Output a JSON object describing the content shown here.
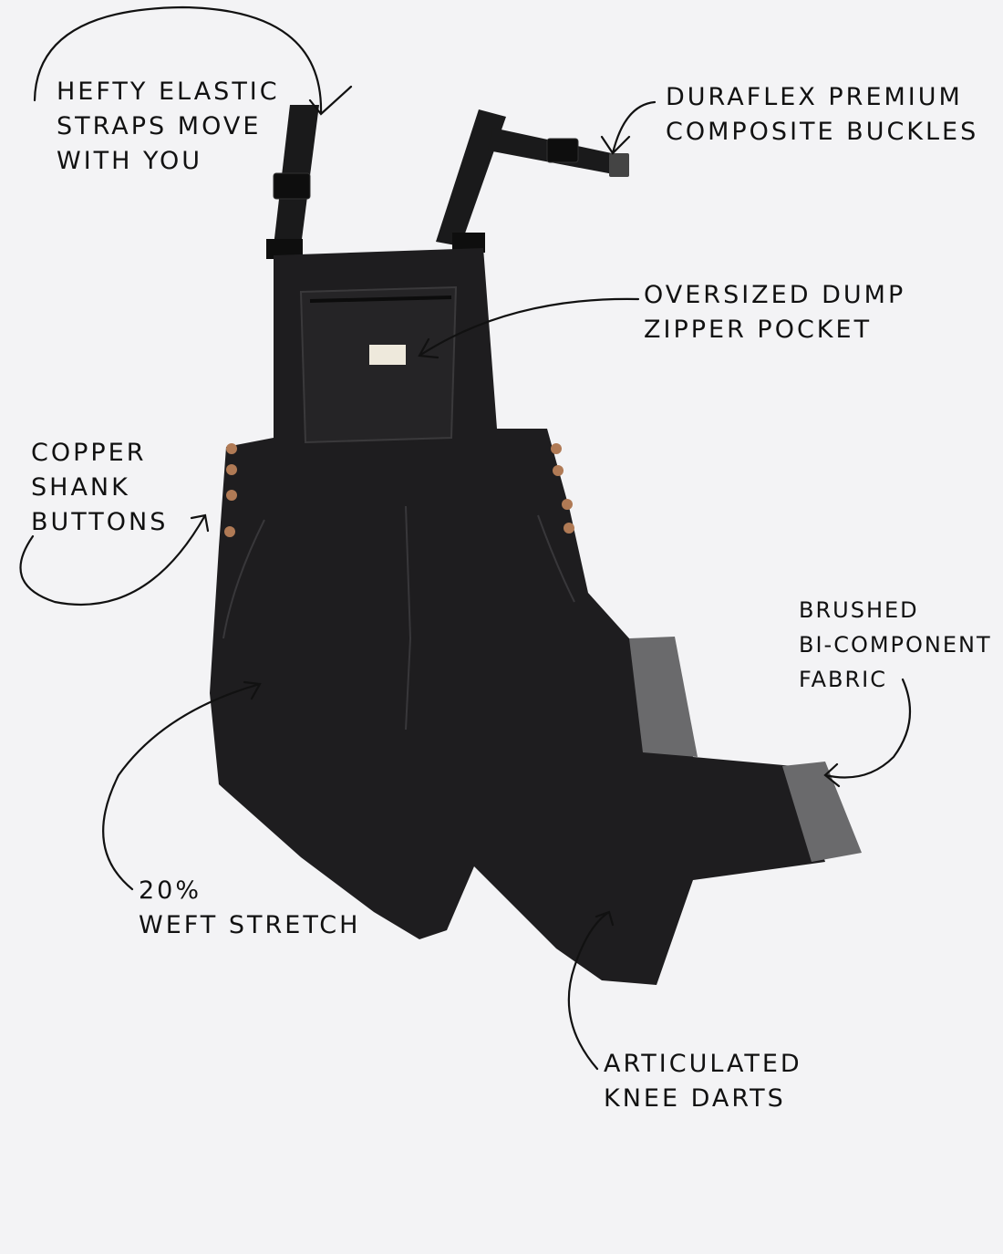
{
  "annotations": {
    "straps": [
      "Hefty elastic",
      "straps move",
      "with you"
    ],
    "buckles": [
      "Duraflex premium",
      "composite buckles"
    ],
    "pocket": [
      "Oversized dump",
      "zipper pocket"
    ],
    "buttons": [
      "Copper",
      "shank",
      "buttons"
    ],
    "fabric": [
      "Brushed",
      "bi-component",
      "fabric"
    ],
    "stretch": [
      "20%",
      "weft stretch"
    ],
    "darts": [
      "Articulated",
      "knee darts"
    ]
  },
  "colors": {
    "background": "#f3f3f5",
    "denim": "#1e1d1f",
    "cuff": "#6a6a6c",
    "copper": "#b07a55",
    "ink": "#111111"
  }
}
